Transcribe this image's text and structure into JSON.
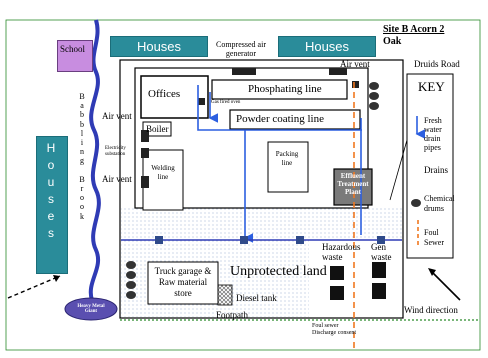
{
  "site": {
    "title": "Site B Acorn 2",
    "subtitle": "Oak"
  },
  "labels": {
    "school": "School",
    "houses_top_left": "Houses",
    "houses_top_right": "Houses",
    "houses_left": "Houses",
    "compressor": "Compressed air generator",
    "air_vent_top": "Air  vent",
    "druids_road": "Druids Road",
    "offices": "Offices",
    "phosphating": "Phosphating line",
    "gas_oven": "Gas fired oven",
    "powder_coating": "Powder coating line",
    "air_vent_left1": "Air   vent",
    "air_vent_left2": "Air   vent",
    "boiler": "Boiler",
    "electricity": "Electricity substation",
    "welding": "Welding line",
    "packing": "Packing line",
    "effluent": "Effluent Treatment Plant",
    "brook": "Babbling Brook",
    "hazardous": "Hazardous waste",
    "gen_waste": "Gen waste",
    "truck_garage": "Truck garage & Raw material store",
    "unprotected": "Unprotected land",
    "diesel": "Diesel tank",
    "footpath": "Footpath",
    "heavy_metal": "Heavy Metal Giant",
    "foul_sewer_discharge": "Foul sewer Discharge consent",
    "wind": "Wind direction"
  },
  "key": {
    "title": "KEY",
    "fresh_water": "Fresh water drain pipes",
    "drains": "Drains",
    "chemical_drums": "Chemical drums",
    "foul_sewer": "Foul Sewer"
  },
  "colors": {
    "houses": "#2a8c9a",
    "school": "#c88de0",
    "brook": "#2f3bb5",
    "drain_pipe": "#2c5fe0",
    "foul_sewer": "#f07820",
    "effluent": "#7a7a7a",
    "footpath": "#2a8a2a",
    "heavy_metal": "#5a4fb0"
  }
}
